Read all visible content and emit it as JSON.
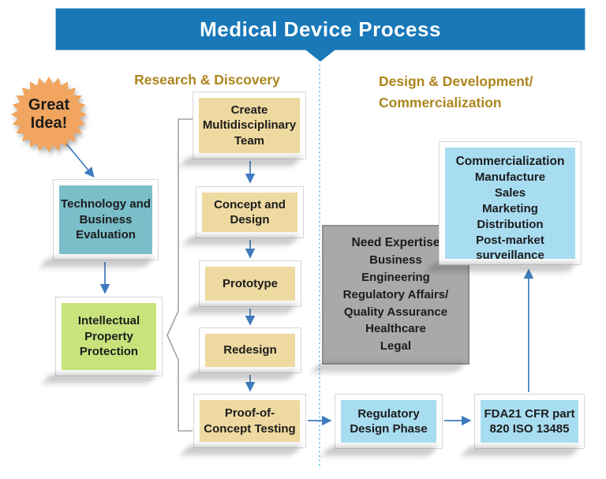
{
  "banner": {
    "title": "Medical Device Process"
  },
  "headings": {
    "research": "Research & Discovery",
    "design_line1": "Design & Development/",
    "design_line2": "Commercialization"
  },
  "starburst": {
    "label": "Great Idea!"
  },
  "flow": {
    "tech_eval": "Technology and Business Evaluation",
    "ip_protection": "Intellectual Property Protection",
    "create_team": "Create Multidisciplinary Team",
    "concept_design": "Concept and Design",
    "prototype": "Prototype",
    "redesign": "Redesign",
    "poc_testing": "Proof-of-Concept Testing",
    "regulatory_phase": "Regulatory Design Phase",
    "fda_standards": "FDA21 CFR part 820 ISO 13485"
  },
  "need_expertise": {
    "title": "Need Expertise",
    "items": "Business\nEngineering\nRegulatory Affairs/\nQuality Assurance\nHealthcare\nLegal"
  },
  "commercialization": {
    "title": "Commercialization",
    "items": "Manufacture\nSales\nMarketing\nDistribution\nPost-market surveillance"
  },
  "colors": {
    "banner_blue": "#1878b8",
    "heading_gold": "#ad851e",
    "starburst_orange": "#f2a55e",
    "teal_box": "#79bec9",
    "green_box": "#c8e37c",
    "tan_box": "#eed9a0",
    "gray_panel": "#a9a9a9",
    "light_blue_box": "#a8ddf1",
    "arrow_blue": "#3f7bbf",
    "separator_dotted_blue": "#5bc2e7"
  }
}
